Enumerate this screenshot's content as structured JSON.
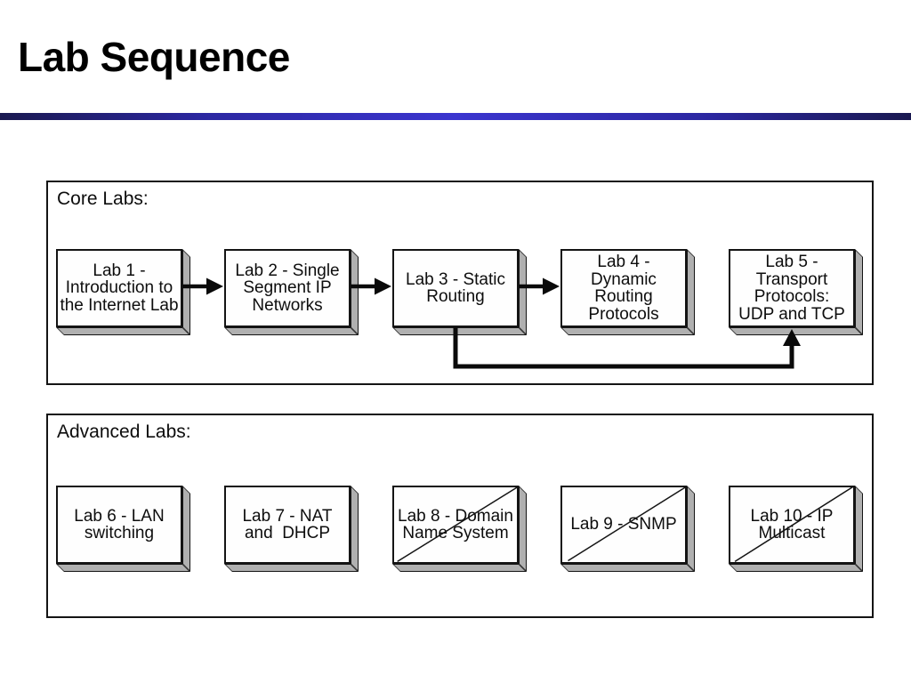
{
  "title": "Lab Sequence",
  "accent_bar": {
    "edge_color": "#1a1950",
    "center_color": "#3b35cf"
  },
  "colors": {
    "box_face": "#fefefe",
    "box_depth": "#b0b0b0",
    "outline": "#141414"
  },
  "core": {
    "heading": "Core Labs:",
    "boxes": [
      {
        "id": "lab-1",
        "label": "Lab 1 -\nIntroduction to\nthe Internet Lab",
        "crossed_out": false
      },
      {
        "id": "lab-2",
        "label": "Lab 2 - Single\nSegment IP\nNetworks",
        "crossed_out": false
      },
      {
        "id": "lab-3",
        "label": "Lab 3 - Static\nRouting",
        "crossed_out": false
      },
      {
        "id": "lab-4",
        "label": "Lab 4 -\nDynamic\nRouting\nProtocols",
        "crossed_out": false
      },
      {
        "id": "lab-5",
        "label": "Lab 5 -\nTransport\nProtocols:\nUDP and TCP",
        "crossed_out": false
      }
    ],
    "connections": [
      {
        "from": "lab-1",
        "to": "lab-2",
        "style": "straight-arrow-right"
      },
      {
        "from": "lab-2",
        "to": "lab-3",
        "style": "straight-arrow-right"
      },
      {
        "from": "lab-3",
        "to": "lab-4",
        "style": "straight-arrow-right"
      },
      {
        "from": "lab-3",
        "to": "lab-5",
        "style": "elbow-arrow-under-boxes-up-into-lab-5"
      }
    ]
  },
  "advanced": {
    "heading": "Advanced Labs:",
    "boxes": [
      {
        "id": "lab-6",
        "label": "Lab 6 - LAN\nswitching",
        "crossed_out": false
      },
      {
        "id": "lab-7",
        "label": "Lab 7 - NAT\nand  DHCP",
        "crossed_out": false
      },
      {
        "id": "lab-8",
        "label": "Lab 8 - Domain\nName System",
        "crossed_out": true
      },
      {
        "id": "lab-9",
        "label": "Lab 9 - SNMP",
        "crossed_out": true
      },
      {
        "id": "lab-10",
        "label": "Lab 10 - IP\nMulticast",
        "crossed_out": true
      }
    ]
  }
}
